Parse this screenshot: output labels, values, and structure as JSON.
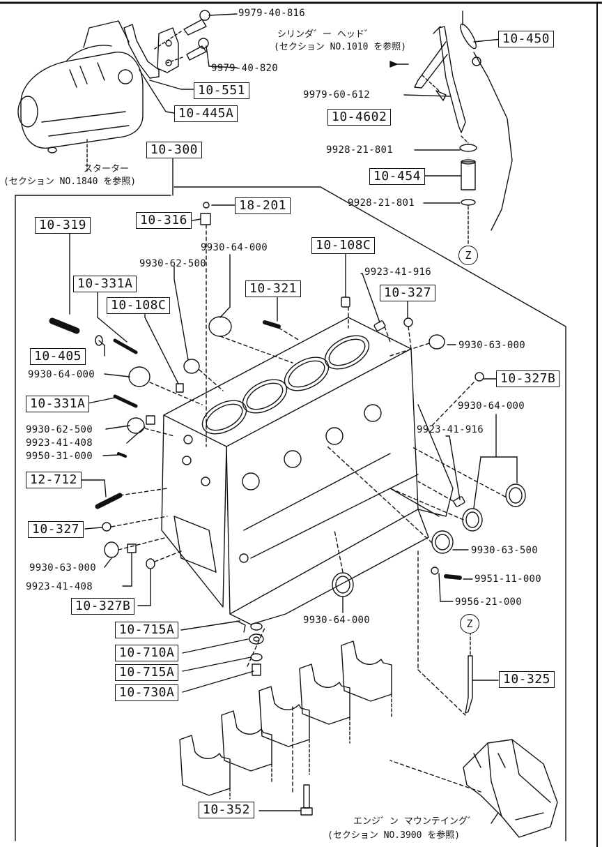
{
  "boxes": {
    "b10_450": "10-450",
    "b10_551": "10-551",
    "b10_445A": "10-445A",
    "b10_4602": "10-4602",
    "b10_300": "10-300",
    "b10_454": "10-454",
    "b18_201": "18-201",
    "b10_316": "10-316",
    "b10_319": "10-319",
    "b10_108C_a": "10-108C",
    "b10_331A_a": "10-331A",
    "b10_321": "10-321",
    "b10_327_a": "10-327",
    "b10_108C_b": "10-108C",
    "b10_405": "10-405",
    "b10_327B_a": "10-327B",
    "b10_331A_b": "10-331A",
    "b12_712": "12-712",
    "b10_327_b": "10-327",
    "b10_327B_b": "10-327B",
    "b10_715A_a": "10-715A",
    "b10_710A": "10-710A",
    "b10_715A_b": "10-715A",
    "b10_730A": "10-730A",
    "b10_325": "10-325",
    "b10_352": "10-352"
  },
  "parts": {
    "p9979_40_816": "9979-40-816",
    "p9979_40_820": "9979-40-820",
    "p9979_60_612": "9979-60-612",
    "p9928_21_801_a": "9928-21-801",
    "p9928_21_801_b": "9928-21-801",
    "p9930_64_000_a": "9930-64-000",
    "p9930_62_500_a": "9930-62-500",
    "p9923_41_916_a": "9923-41-916",
    "p9930_63_000_a": "9930-63-000",
    "p9930_64_000_b": "9930-64-000",
    "p9930_64_000_c": "9930-64-000",
    "p9923_41_916_b": "9923-41-916",
    "p9930_62_500_b": "9930-62-500",
    "p9923_41_408_a": "9923-41-408",
    "p9950_31_000": "9950-31-000",
    "p9930_63_500": "9930-63-500",
    "p9930_63_000_b": "9930-63-000",
    "p9951_11_000": "9951-11-000",
    "p9923_41_408_b": "9923-41-408",
    "p9956_21_000": "9956-21-000",
    "p9930_64_000_d": "9930-64-000"
  },
  "notes": {
    "cyl_head_1": "シリンダ゛ー ヘッド゛",
    "cyl_head_2": "(セクション NO.1010 を参照)",
    "starter_1": "スターター",
    "starter_2": "(セクション NO.1840 を参照)",
    "mount_1": "エンジ゛ン マウンテイング゛",
    "mount_2": "(セクション NO.3900 を参照)"
  },
  "markers": {
    "z_top": "Z",
    "z_bottom": "Z"
  }
}
